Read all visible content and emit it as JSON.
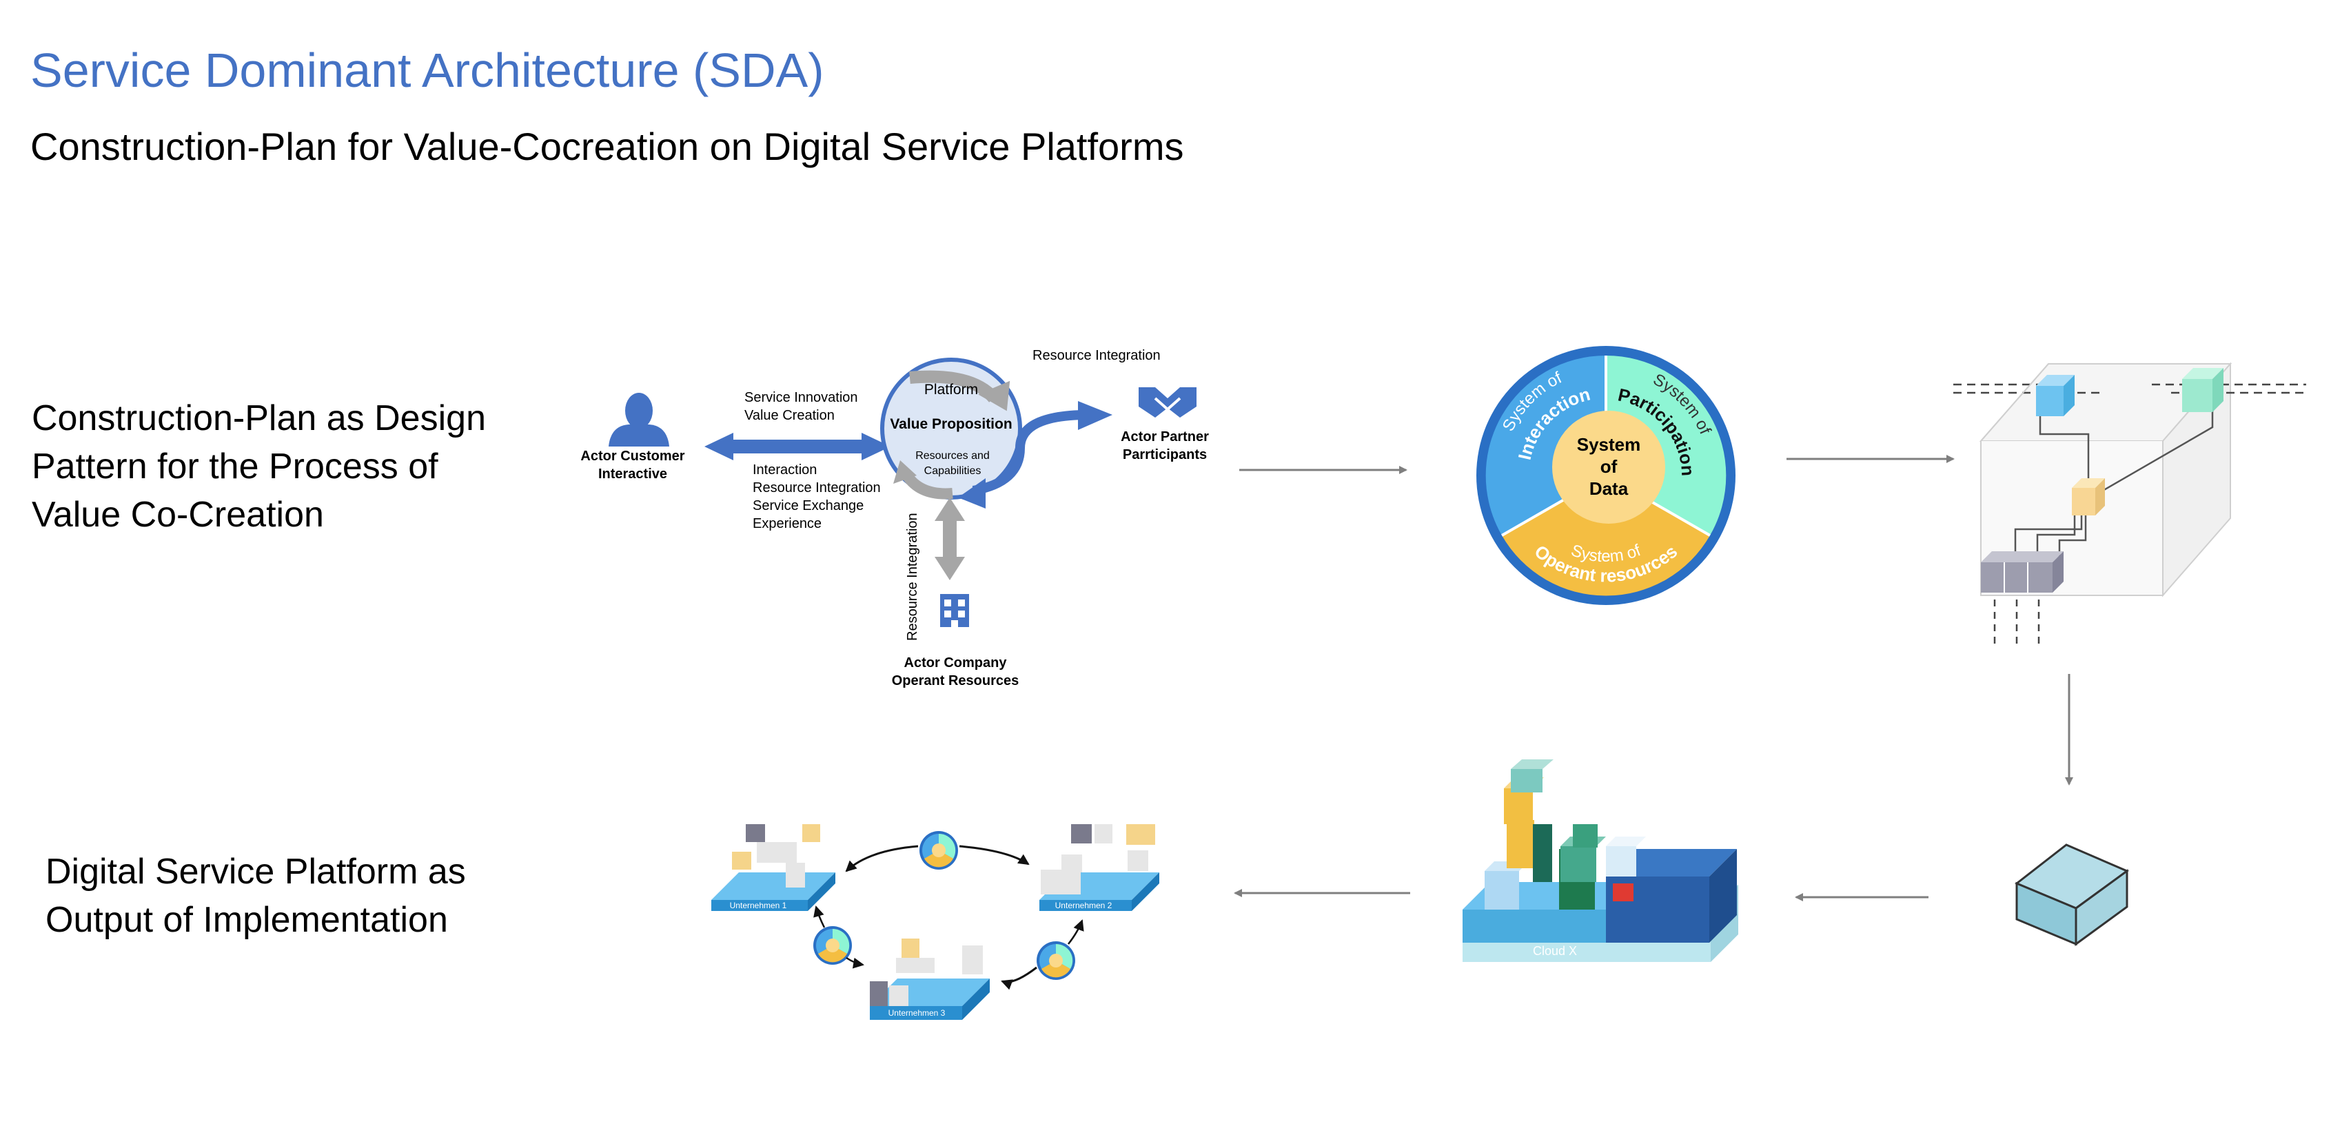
{
  "header": {
    "title": "Service Dominant Architecture (SDA)",
    "subtitle": "Construction-Plan for Value-Cocreation on Digital Service Platforms"
  },
  "row1_label": {
    "line1": "Construction-Plan as Design",
    "line2": "Pattern for the Process of",
    "line3": "Value Co-Creation"
  },
  "row2_label": {
    "line1": "Digital Service Platform as",
    "line2": "Output of Implementation"
  },
  "value_cocreation": {
    "actor_customer": [
      "Actor Customer",
      "Interactive"
    ],
    "service_innovation": [
      "Service Innovation",
      "Value Creation"
    ],
    "interaction_list": [
      "Interaction",
      "Resource Integration",
      "Service Exchange",
      "Experience"
    ],
    "platform": "Platform",
    "value_proposition": "Value Proposition",
    "resources": [
      "Resources and",
      "Capabilities"
    ],
    "resource_integration_top": "Resource Integration",
    "actor_partner": [
      "Actor Partner",
      "Parrticipants"
    ],
    "resource_integration_vertical": "Resource Integration",
    "actor_company": [
      "Actor Company",
      "Operant Resources"
    ]
  },
  "systems_circle": {
    "interaction_a": "System of",
    "interaction_b": "Interaction",
    "participation_a": "System of",
    "participation_b": "Participation",
    "operant_a": "System of",
    "operant_b": "Operant resources",
    "data": [
      "System",
      "of",
      "Data"
    ],
    "colors": {
      "ring": "#2a6fc4",
      "interaction": "#4aa8e8",
      "participation": "#8ef5d4",
      "operant": "#f4be42",
      "data": "#fbd98a"
    }
  },
  "cloud": {
    "label": "Cloud X"
  },
  "network": {
    "company1": "Unternehmen 1",
    "company2": "Unternehmen 2",
    "company3": "Unternehmen 3"
  }
}
